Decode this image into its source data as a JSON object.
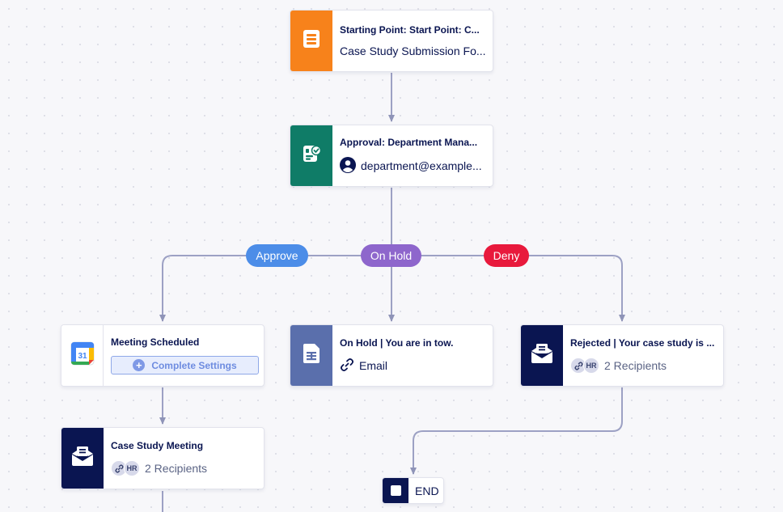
{
  "workflow": {
    "nodes": {
      "start": {
        "title": "Starting Point: Start Point: C...",
        "subtitle": "Case Study Submission Fo...",
        "icon": "form-icon",
        "color": "#f7821b"
      },
      "approval": {
        "title": "Approval: Department Mana...",
        "subtitle": "department@example...",
        "icon": "approval-icon",
        "color": "#0f7c67"
      },
      "meeting": {
        "title": "Meeting Scheduled",
        "button_label": "Complete Settings",
        "icon": "google-calendar-icon",
        "calendar_day": "31"
      },
      "onhold": {
        "title": "On Hold | You are in tow.",
        "subtitle": "Email",
        "icon": "sheet-icon",
        "color": "#5a6fac"
      },
      "rejected": {
        "title": "Rejected | Your case study is ...",
        "recipients": "2 Recipients",
        "chip_initials": "HR",
        "icon": "mail-icon",
        "color": "#0a1551"
      },
      "casemeeting": {
        "title": "Case Study Meeting",
        "recipients": "2 Recipients",
        "chip_initials": "HR",
        "icon": "mail-icon",
        "color": "#0a1551"
      },
      "end": {
        "label": "END",
        "icon": "stop-icon"
      }
    },
    "branches": {
      "approve": {
        "label": "Approve",
        "color": "#4c8de8"
      },
      "onhold": {
        "label": "On Hold",
        "color": "#8e66cc"
      },
      "deny": {
        "label": "Deny",
        "color": "#e8193c"
      }
    }
  }
}
